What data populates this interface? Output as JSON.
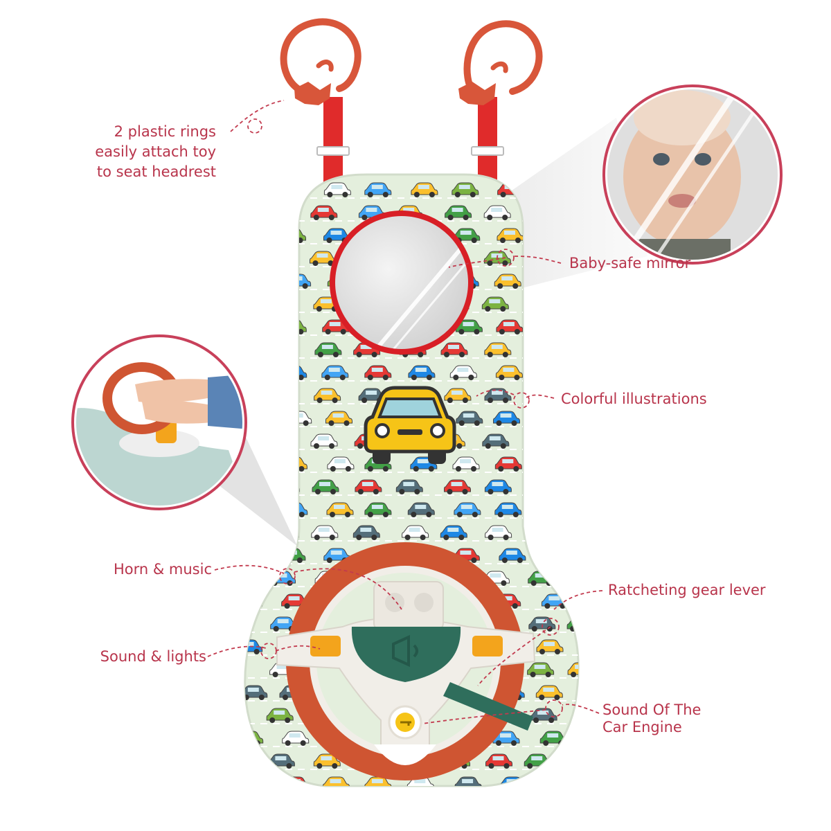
{
  "colors": {
    "label_text": "#b8344b",
    "leader_line": "#c23a4e",
    "strap": "#e02b2b",
    "ring": "#d8563a",
    "panel_bg": "#e4efdd",
    "mirror_frame": "#d81f26",
    "wheel_rim": "#cf5532",
    "wheel_hub": "#f1eee8",
    "horn_button": "#2f6e5c",
    "indicator": "#f3a41c",
    "taxi": "#f6c417"
  },
  "callouts": {
    "rings": [
      "2 plastic rings",
      "easily attach toy",
      "to seat headrest"
    ],
    "mirror": "Baby-safe mirror",
    "illustrations": "Colorful illustrations",
    "horn": "Horn & music",
    "gear": "Ratcheting gear lever",
    "sound_lights": "Sound & lights",
    "engine": [
      "Sound Of The",
      "Car Engine"
    ]
  },
  "icons": {
    "baby_inset": "baby-face-in-mirror-photo",
    "hands_inset": "hands-on-steering-wheel-photo",
    "horn": "horn-icon",
    "key": "key-icon",
    "taxi": "taxi-car-icon"
  }
}
